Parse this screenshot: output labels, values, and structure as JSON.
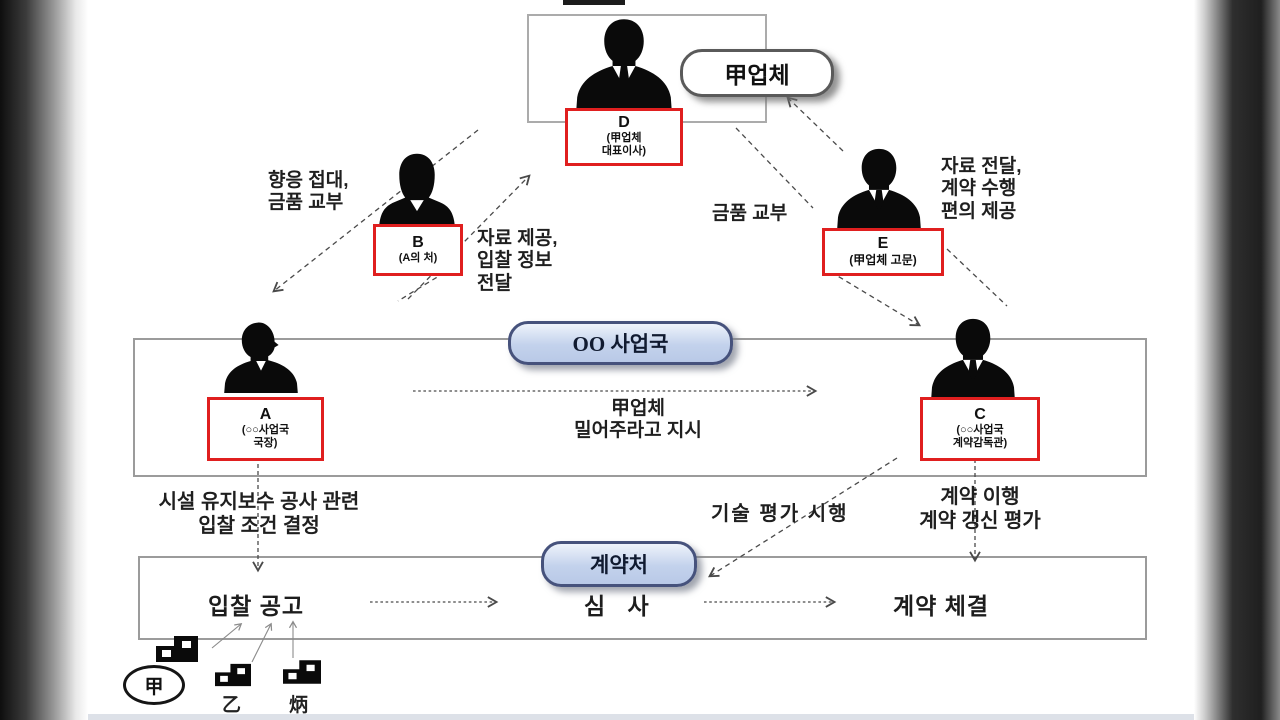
{
  "top_company": {
    "label": "甲업체"
  },
  "persons": {
    "d": {
      "id": "D",
      "role1": "(甲업체",
      "role2": "대표이사)"
    },
    "b": {
      "id": "B",
      "role1": "(A의 처)"
    },
    "e": {
      "id": "E",
      "role1": "(甲업체 고문)"
    },
    "a": {
      "id": "A",
      "role1": "(○○사업국",
      "role2": "국장)"
    },
    "c": {
      "id": "C",
      "role1": "(○○사업국",
      "role2": "계약감독관)"
    }
  },
  "bands": {
    "bureau": {
      "label": "OO 사업국"
    },
    "contract": {
      "label": "계약처"
    }
  },
  "edge_labels": {
    "entertain1": "향응 접대,",
    "entertain2": "금품 교부",
    "data1": "자료 제공,",
    "data2": "입찰 정보",
    "data3": "전달",
    "money": "금품 교부",
    "deliver1": "자료 전달,",
    "deliver2": "계약 수행",
    "deliver3": "편의 제공",
    "push1": "甲업체",
    "push2": "밀어주라고 지시",
    "bid1": "시설 유지보수 공사 관련",
    "bid2": "입찰 조건 결정",
    "tech": "기술 평가 시행",
    "perform1": "계약 이행",
    "perform2": "계약 갱신 평가"
  },
  "process": {
    "step1": "입찰 공고",
    "step2": "심 사",
    "step3": "계약 체결"
  },
  "bidders": {
    "gap": "甲",
    "eul": "乙",
    "byeong": "炳"
  },
  "colors": {
    "highlight_red": "#e01f1f",
    "pill_blue_fill": "#c3d2ec",
    "pill_blue_border": "#46527c",
    "line_gray": "#4a4a4a"
  }
}
